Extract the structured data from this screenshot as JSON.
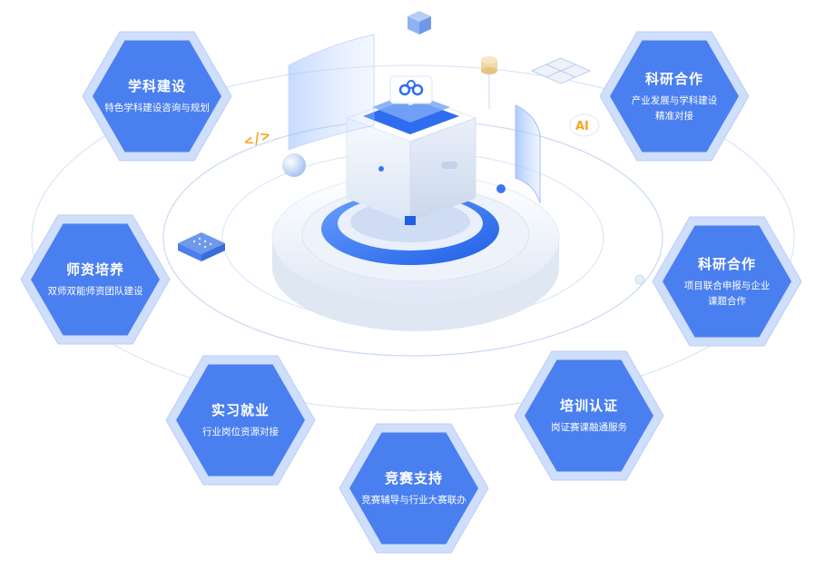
{
  "colors": {
    "hex_fill": "#4a7ff0",
    "hex_outer": "#cfdefb",
    "hex_outer_stroke": "#b9cdf6",
    "text": "#ffffff",
    "ring": "#c9d9f4",
    "accent_blue": "#1f66ee",
    "accent_orange": "#f5a623"
  },
  "center": {
    "logo_icon": "lotus-logo-icon"
  },
  "nodes": [
    {
      "id": "n1",
      "title": "学科建设",
      "desc": "特色学科建设咨询与规划"
    },
    {
      "id": "n2",
      "title": "科研合作",
      "desc": "产业发展与学科建设\n精准对接"
    },
    {
      "id": "n3",
      "title": "师资培养",
      "desc": "双师双能师资团队建设"
    },
    {
      "id": "n4",
      "title": "科研合作",
      "desc": "项目联合申报与企业\n课题合作"
    },
    {
      "id": "n5",
      "title": "实习就业",
      "desc": "行业岗位资源对接"
    },
    {
      "id": "n6",
      "title": "培训认证",
      "desc": "岗证赛课融通服务"
    },
    {
      "id": "n7",
      "title": "竞赛支持",
      "desc": "竞赛辅导与行业大赛联办"
    }
  ],
  "decor": {
    "code_badge": "</>",
    "ai_badge": "AI"
  }
}
